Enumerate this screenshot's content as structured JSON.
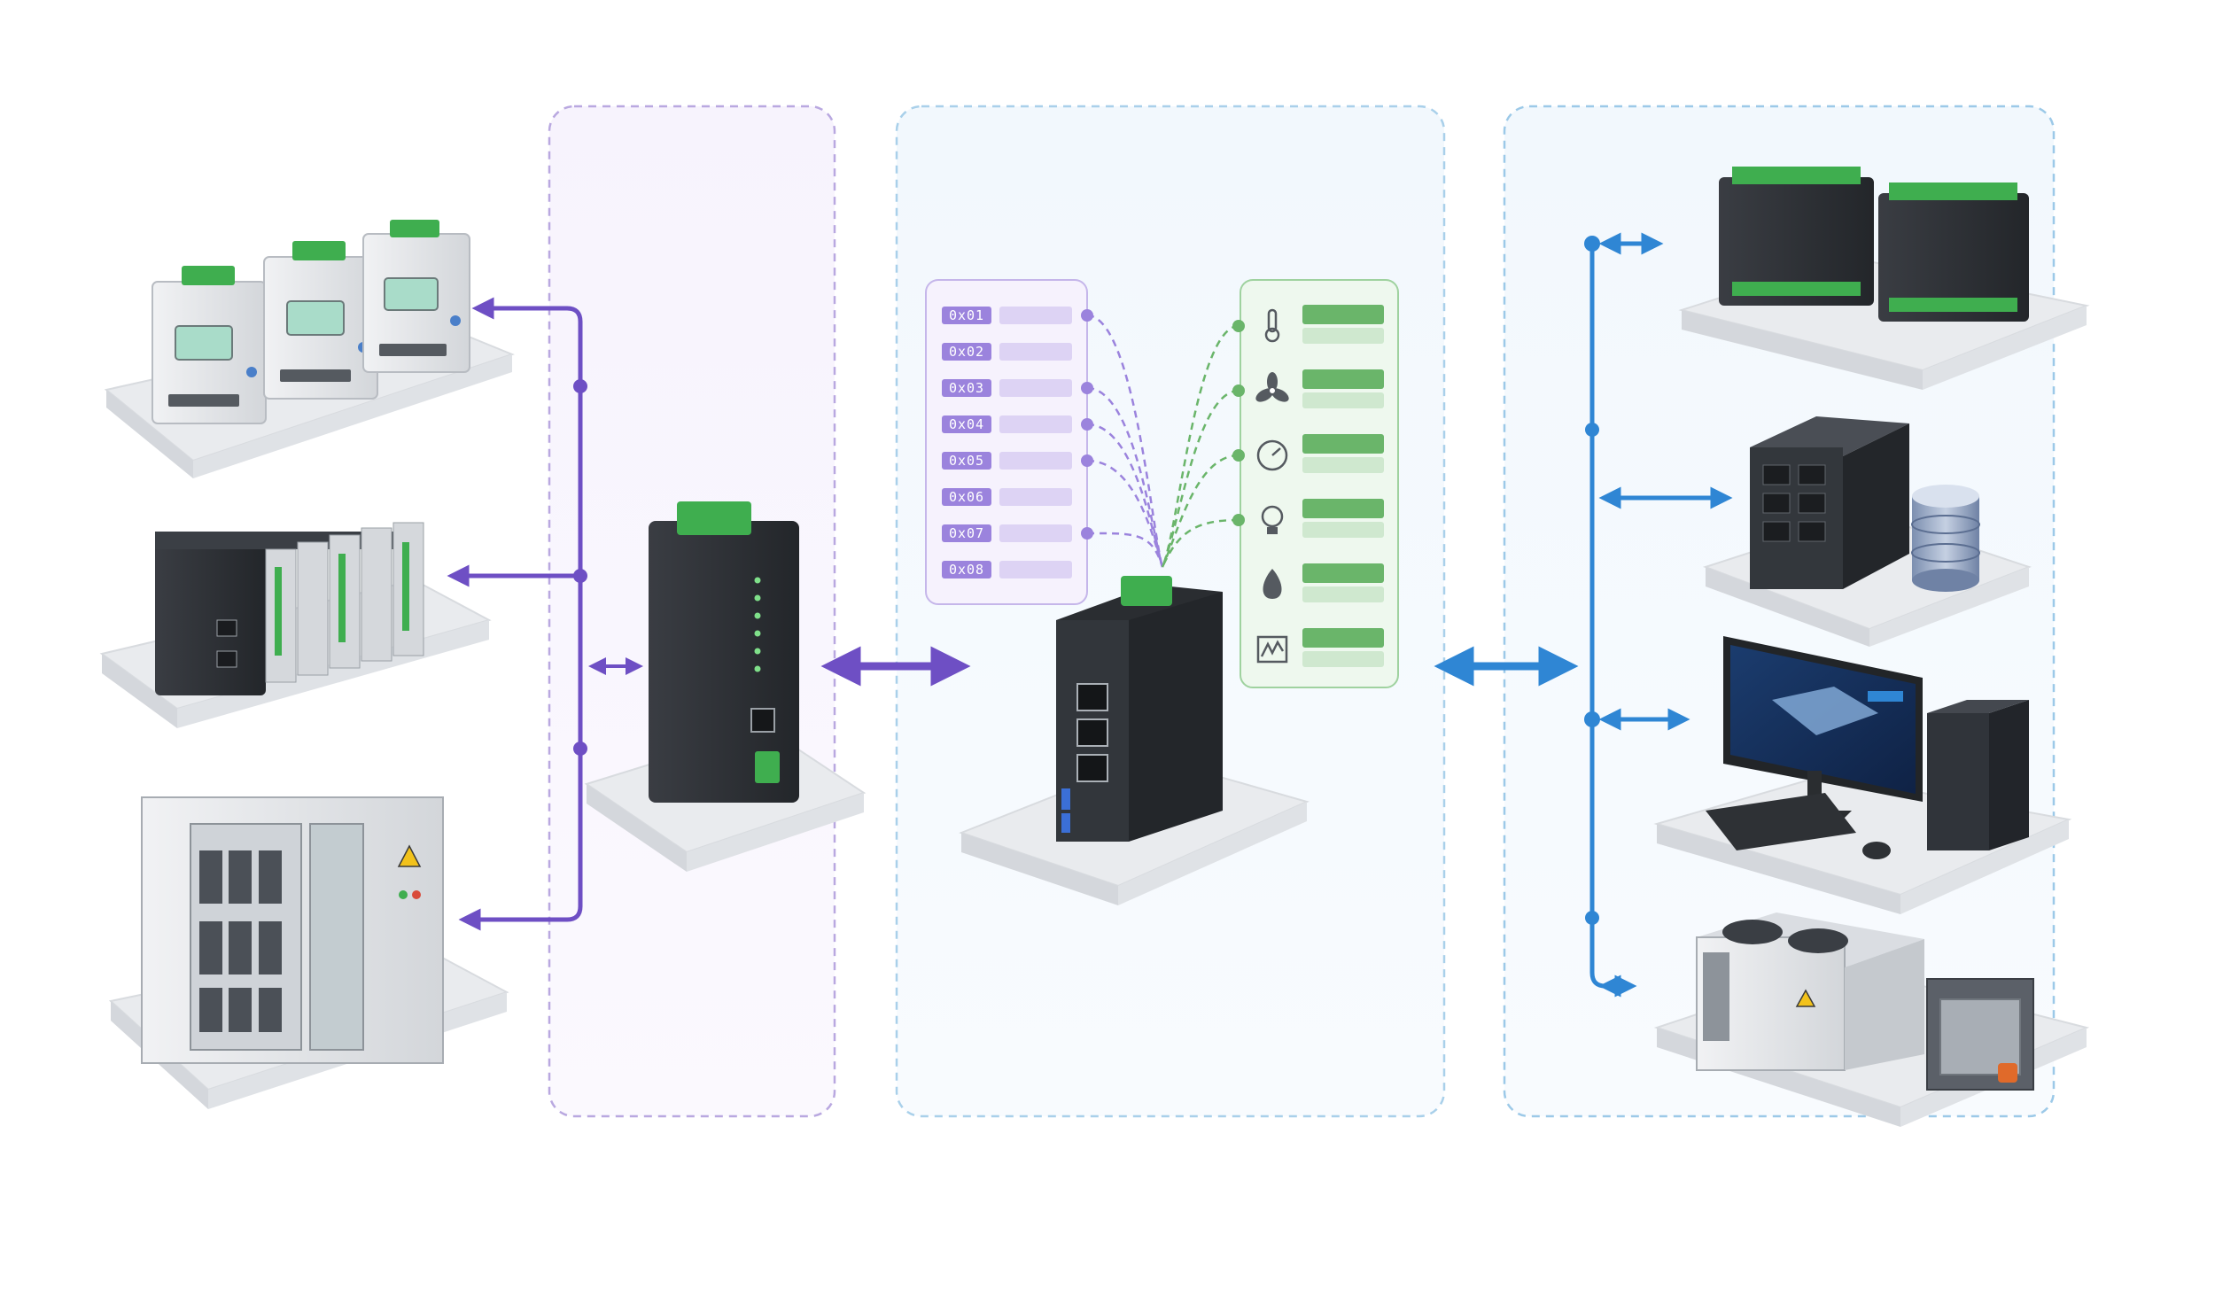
{
  "colors": {
    "modbus": "#6e4fc4",
    "modbus_light": "#9b83dd",
    "mapping_green": "#6ab56a",
    "bacnet": "#2f86d4",
    "bacnet_light": "#5aa6e6",
    "panel_purple_border": "#b9a8e0",
    "panel_blue_border": "#9cc9e8",
    "device_dark": "#2b2e33",
    "terminal_green": "#3fae4f",
    "platform": "#eceef1"
  },
  "register_labels": [
    "0x01",
    "0x02",
    "0x03",
    "0x04",
    "0x05",
    "0x06",
    "0x07",
    "0x08"
  ],
  "object_icons": [
    "thermometer-icon",
    "fan-icon",
    "gauge-icon",
    "lightbulb-icon",
    "water-drop-icon",
    "trend-chart-icon"
  ]
}
